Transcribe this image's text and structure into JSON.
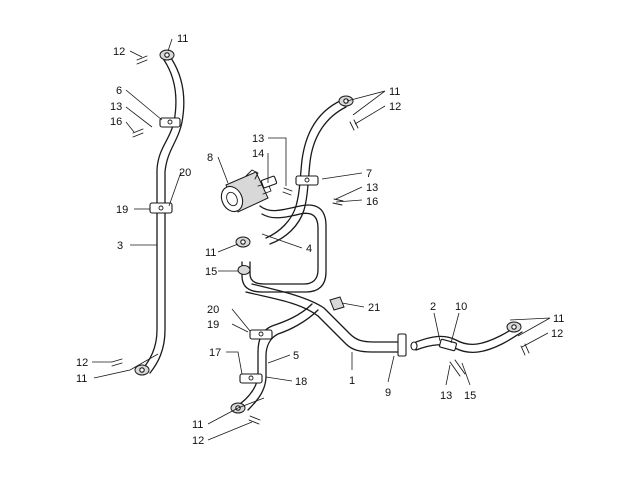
{
  "callouts": [
    {
      "id": "c1",
      "text": "12"
    },
    {
      "id": "c2",
      "text": "11"
    },
    {
      "id": "c3",
      "text": "6"
    },
    {
      "id": "c4",
      "text": "13"
    },
    {
      "id": "c5",
      "text": "16"
    },
    {
      "id": "c6",
      "text": "20"
    },
    {
      "id": "c7",
      "text": "19"
    },
    {
      "id": "c8",
      "text": "3"
    },
    {
      "id": "c9",
      "text": "12"
    },
    {
      "id": "c10",
      "text": "11"
    },
    {
      "id": "c11",
      "text": "11"
    },
    {
      "id": "c12",
      "text": "12"
    },
    {
      "id": "c13",
      "text": "13"
    },
    {
      "id": "c14",
      "text": "14"
    },
    {
      "id": "c15",
      "text": "8"
    },
    {
      "id": "c16",
      "text": "7"
    },
    {
      "id": "c17",
      "text": "13"
    },
    {
      "id": "c18",
      "text": "16"
    },
    {
      "id": "c19",
      "text": "11"
    },
    {
      "id": "c20",
      "text": "4"
    },
    {
      "id": "c21",
      "text": "15"
    },
    {
      "id": "c22",
      "text": "21"
    },
    {
      "id": "c23",
      "text": "20"
    },
    {
      "id": "c24",
      "text": "19"
    },
    {
      "id": "c25",
      "text": "2"
    },
    {
      "id": "c26",
      "text": "10"
    },
    {
      "id": "c27",
      "text": "11"
    },
    {
      "id": "c28",
      "text": "12"
    },
    {
      "id": "c29",
      "text": "17"
    },
    {
      "id": "c30",
      "text": "5"
    },
    {
      "id": "c31",
      "text": "18"
    },
    {
      "id": "c32",
      "text": "1"
    },
    {
      "id": "c33",
      "text": "9"
    },
    {
      "id": "c34",
      "text": "13"
    },
    {
      "id": "c35",
      "text": "15"
    },
    {
      "id": "c36",
      "text": "11"
    },
    {
      "id": "c37",
      "text": "12"
    }
  ]
}
